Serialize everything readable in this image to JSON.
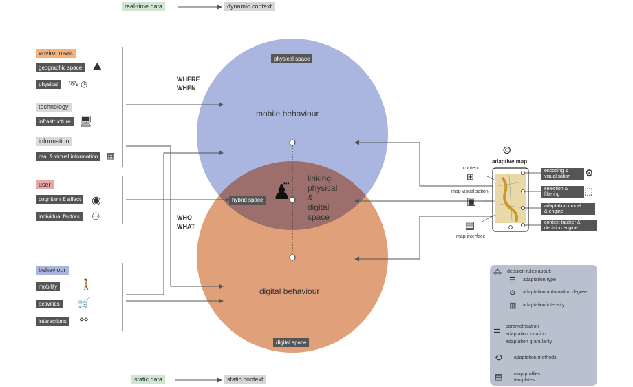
{
  "legend": {
    "realtime": "real-time data",
    "dynamic": "dynamic context",
    "static": "static data",
    "static_context": "static context"
  },
  "left": {
    "environment": "environment",
    "geographic_space": "geographic space",
    "physical": "physical",
    "technology": "technology",
    "infrastructure": "infrastructure",
    "information": "information",
    "real_virtual": "real & virtual information",
    "user": "user",
    "cognition": "cognition & affect",
    "individual": "individual factors",
    "behaviour": "behaviour",
    "mobility": "mobility",
    "activities": "activities",
    "interactions": "interactions"
  },
  "center": {
    "where": "WHERE",
    "when": "WHEN",
    "who": "WHO",
    "what": "WHAT",
    "physical_space": "physical space",
    "mobile_behaviour": "mobile behaviour",
    "hybrid_space": "hybrid space",
    "linking": [
      "linking",
      "physical",
      "&",
      "digital",
      "space"
    ],
    "digital_behaviour": "digital behaviour",
    "digital_space": "digital space"
  },
  "right": {
    "adaptive_map": "adaptive map",
    "content": "content",
    "map_visualisation": "map visualisation",
    "map_interface": "map interface",
    "encoding": [
      "encoding &",
      "visualisation"
    ],
    "selection": [
      "selection &",
      "filtering"
    ],
    "adaptation_model": [
      "adaptation model",
      "& engine"
    ],
    "context_tracker": [
      "context tracker &",
      "decision engine"
    ]
  },
  "decision": {
    "title": "decision rules about:",
    "adaptation_type": "adaptation type",
    "automation_degree": "adaptation automation degree",
    "intensity": "adaptation intensity",
    "param": [
      "parametrisation",
      "adaptation location",
      "adaptation granularity"
    ],
    "methods": "adaptation methods",
    "profiles": [
      "map profiles",
      "templates"
    ]
  },
  "colors": {
    "blue_circle": "#a9b6df",
    "orange_circle": "#dfa07a",
    "overlap": "#9a6e6c",
    "panel": "#b7c0cc"
  }
}
